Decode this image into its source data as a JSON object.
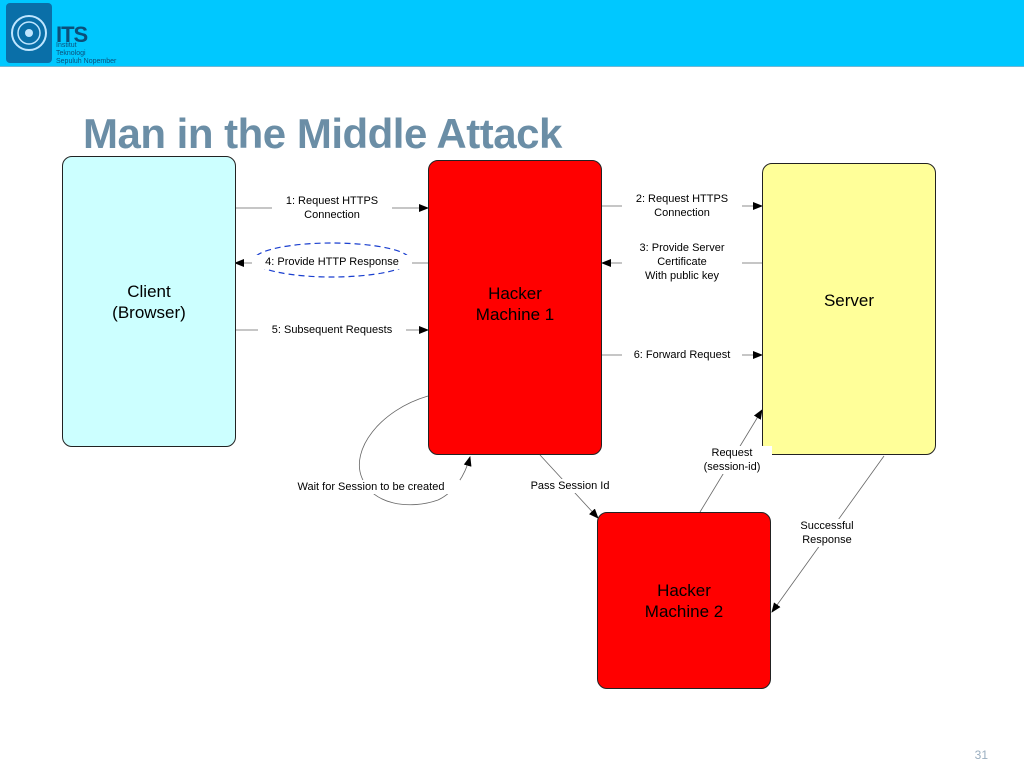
{
  "header": {
    "logo_word": "ITS",
    "logo_lines": [
      "Institut",
      "Teknologi",
      "Sepuluh Nopember"
    ],
    "bar_color": "#00c8ff",
    "logo_icon": "its-emblem-icon"
  },
  "slide": {
    "title": "Man in the Middle Attack",
    "page_number": "31"
  },
  "nodes": {
    "client": {
      "lines": [
        "Client",
        "(Browser)"
      ],
      "color": "#ccffff"
    },
    "hacker1": {
      "lines": [
        "Hacker",
        "Machine 1"
      ],
      "color": "#ff0000"
    },
    "server": {
      "lines": [
        "Server"
      ],
      "color": "#ffff99"
    },
    "hacker2": {
      "lines": [
        "Hacker",
        "Machine 2"
      ],
      "color": "#ff0000"
    }
  },
  "edges": {
    "e1": {
      "lines": [
        "1: Request HTTPS",
        "Connection"
      ]
    },
    "e2": {
      "lines": [
        "2: Request HTTPS",
        "Connection"
      ]
    },
    "e3": {
      "lines": [
        "3: Provide Server",
        "Certificate",
        "With public key"
      ]
    },
    "e4": {
      "lines": [
        "4: Provide HTTP Response"
      ]
    },
    "e5": {
      "lines": [
        "5: Subsequent Requests"
      ]
    },
    "e6": {
      "lines": [
        "6: Forward Request"
      ]
    },
    "wait": {
      "lines": [
        "Wait for Session to be created"
      ]
    },
    "pass": {
      "lines": [
        "Pass Session Id"
      ]
    },
    "request": {
      "lines": [
        "Request",
        "(session-id)"
      ]
    },
    "success": {
      "lines": [
        "Successful",
        "Response"
      ]
    }
  },
  "highlight_color": "#1a3fcf"
}
